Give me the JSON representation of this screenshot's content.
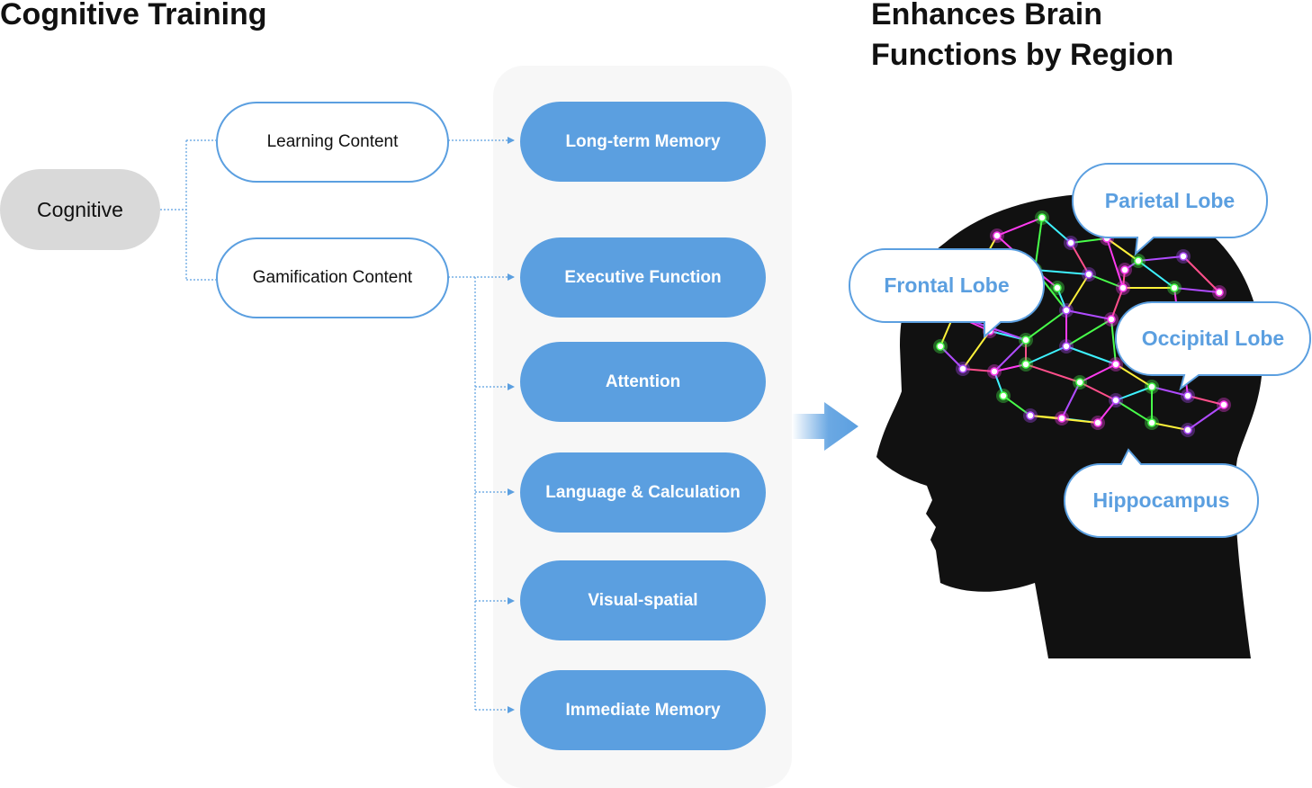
{
  "left_title": "Cognitive Training",
  "right_title_line1": "Enhances Brain",
  "right_title_line2": "Functions by Region",
  "root": "Cognitive",
  "contents": [
    "Learning Content",
    "Gamification Content"
  ],
  "functions": [
    "Long-term Memory",
    "Executive Function",
    "Attention",
    "Language & Calculation",
    "Visual-spatial",
    "Immediate Memory"
  ],
  "regions": {
    "parietal": "Parietal Lobe",
    "frontal": "Frontal Lobe",
    "occipital": "Occipital Lobe",
    "hippocampus": "Hippocampus"
  },
  "colors": {
    "accent": "#5b9fe0",
    "root_fill": "#d9d9d9",
    "panel": "#f7f7f7",
    "head": "#111111"
  }
}
